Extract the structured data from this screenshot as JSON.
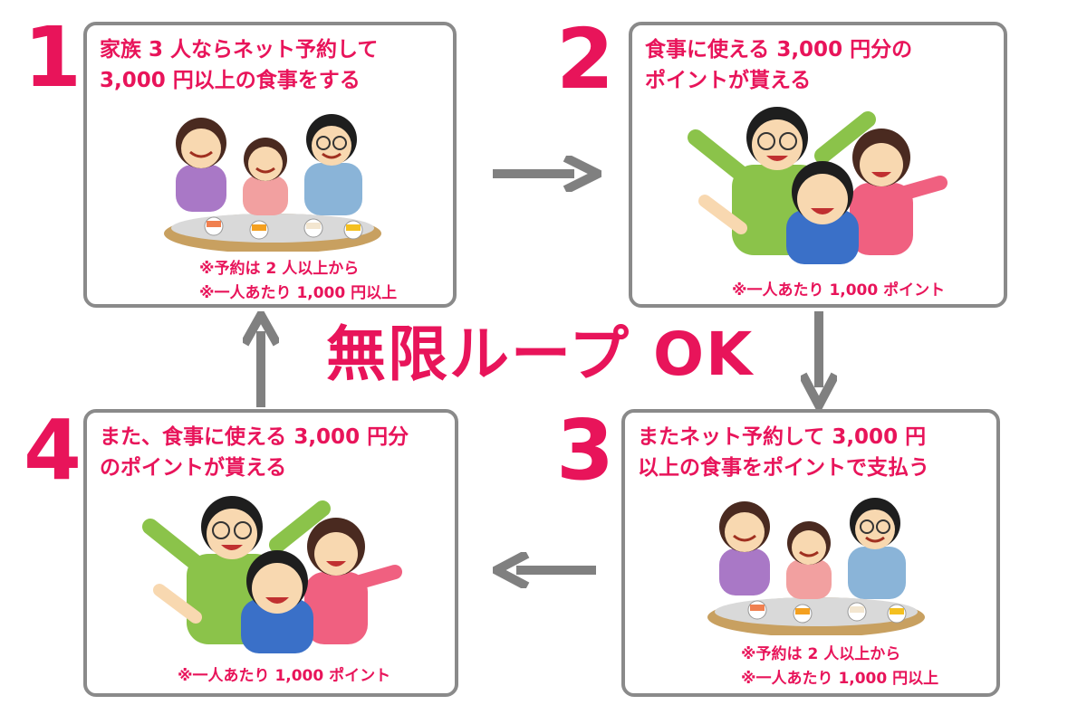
{
  "center_title": "無限ループ OK",
  "steps": [
    {
      "number": "1",
      "title_lines": [
        "家族 3 人ならネット予約して",
        "3,000 円以上の食事をする"
      ],
      "note_lines": [
        "※予約は 2 人以上から",
        "※一人あたり 1,000 円以上"
      ],
      "illustration": "family-eating-sushi"
    },
    {
      "number": "2",
      "title_lines": [
        "食事に使える 3,000 円分の",
        "ポイントが貰える"
      ],
      "note_lines": [
        "※一人あたり 1,000 ポイント"
      ],
      "illustration": "family-cheering"
    },
    {
      "number": "3",
      "title_lines": [
        "またネット予約して 3,000 円",
        "以上の食事をポイントで支払う"
      ],
      "note_lines": [
        "※予約は 2 人以上から",
        "※一人あたり 1,000 円以上"
      ],
      "illustration": "family-eating-sushi"
    },
    {
      "number": "4",
      "title_lines": [
        "また、食事に使える 3,000 円分",
        "のポイントが貰える"
      ],
      "note_lines": [
        "※一人あたり 1,000 ポイント"
      ],
      "illustration": "family-cheering"
    }
  ],
  "colors": {
    "accent": "#e8145a",
    "border": "#8a8a8a",
    "arrow": "#808080"
  }
}
